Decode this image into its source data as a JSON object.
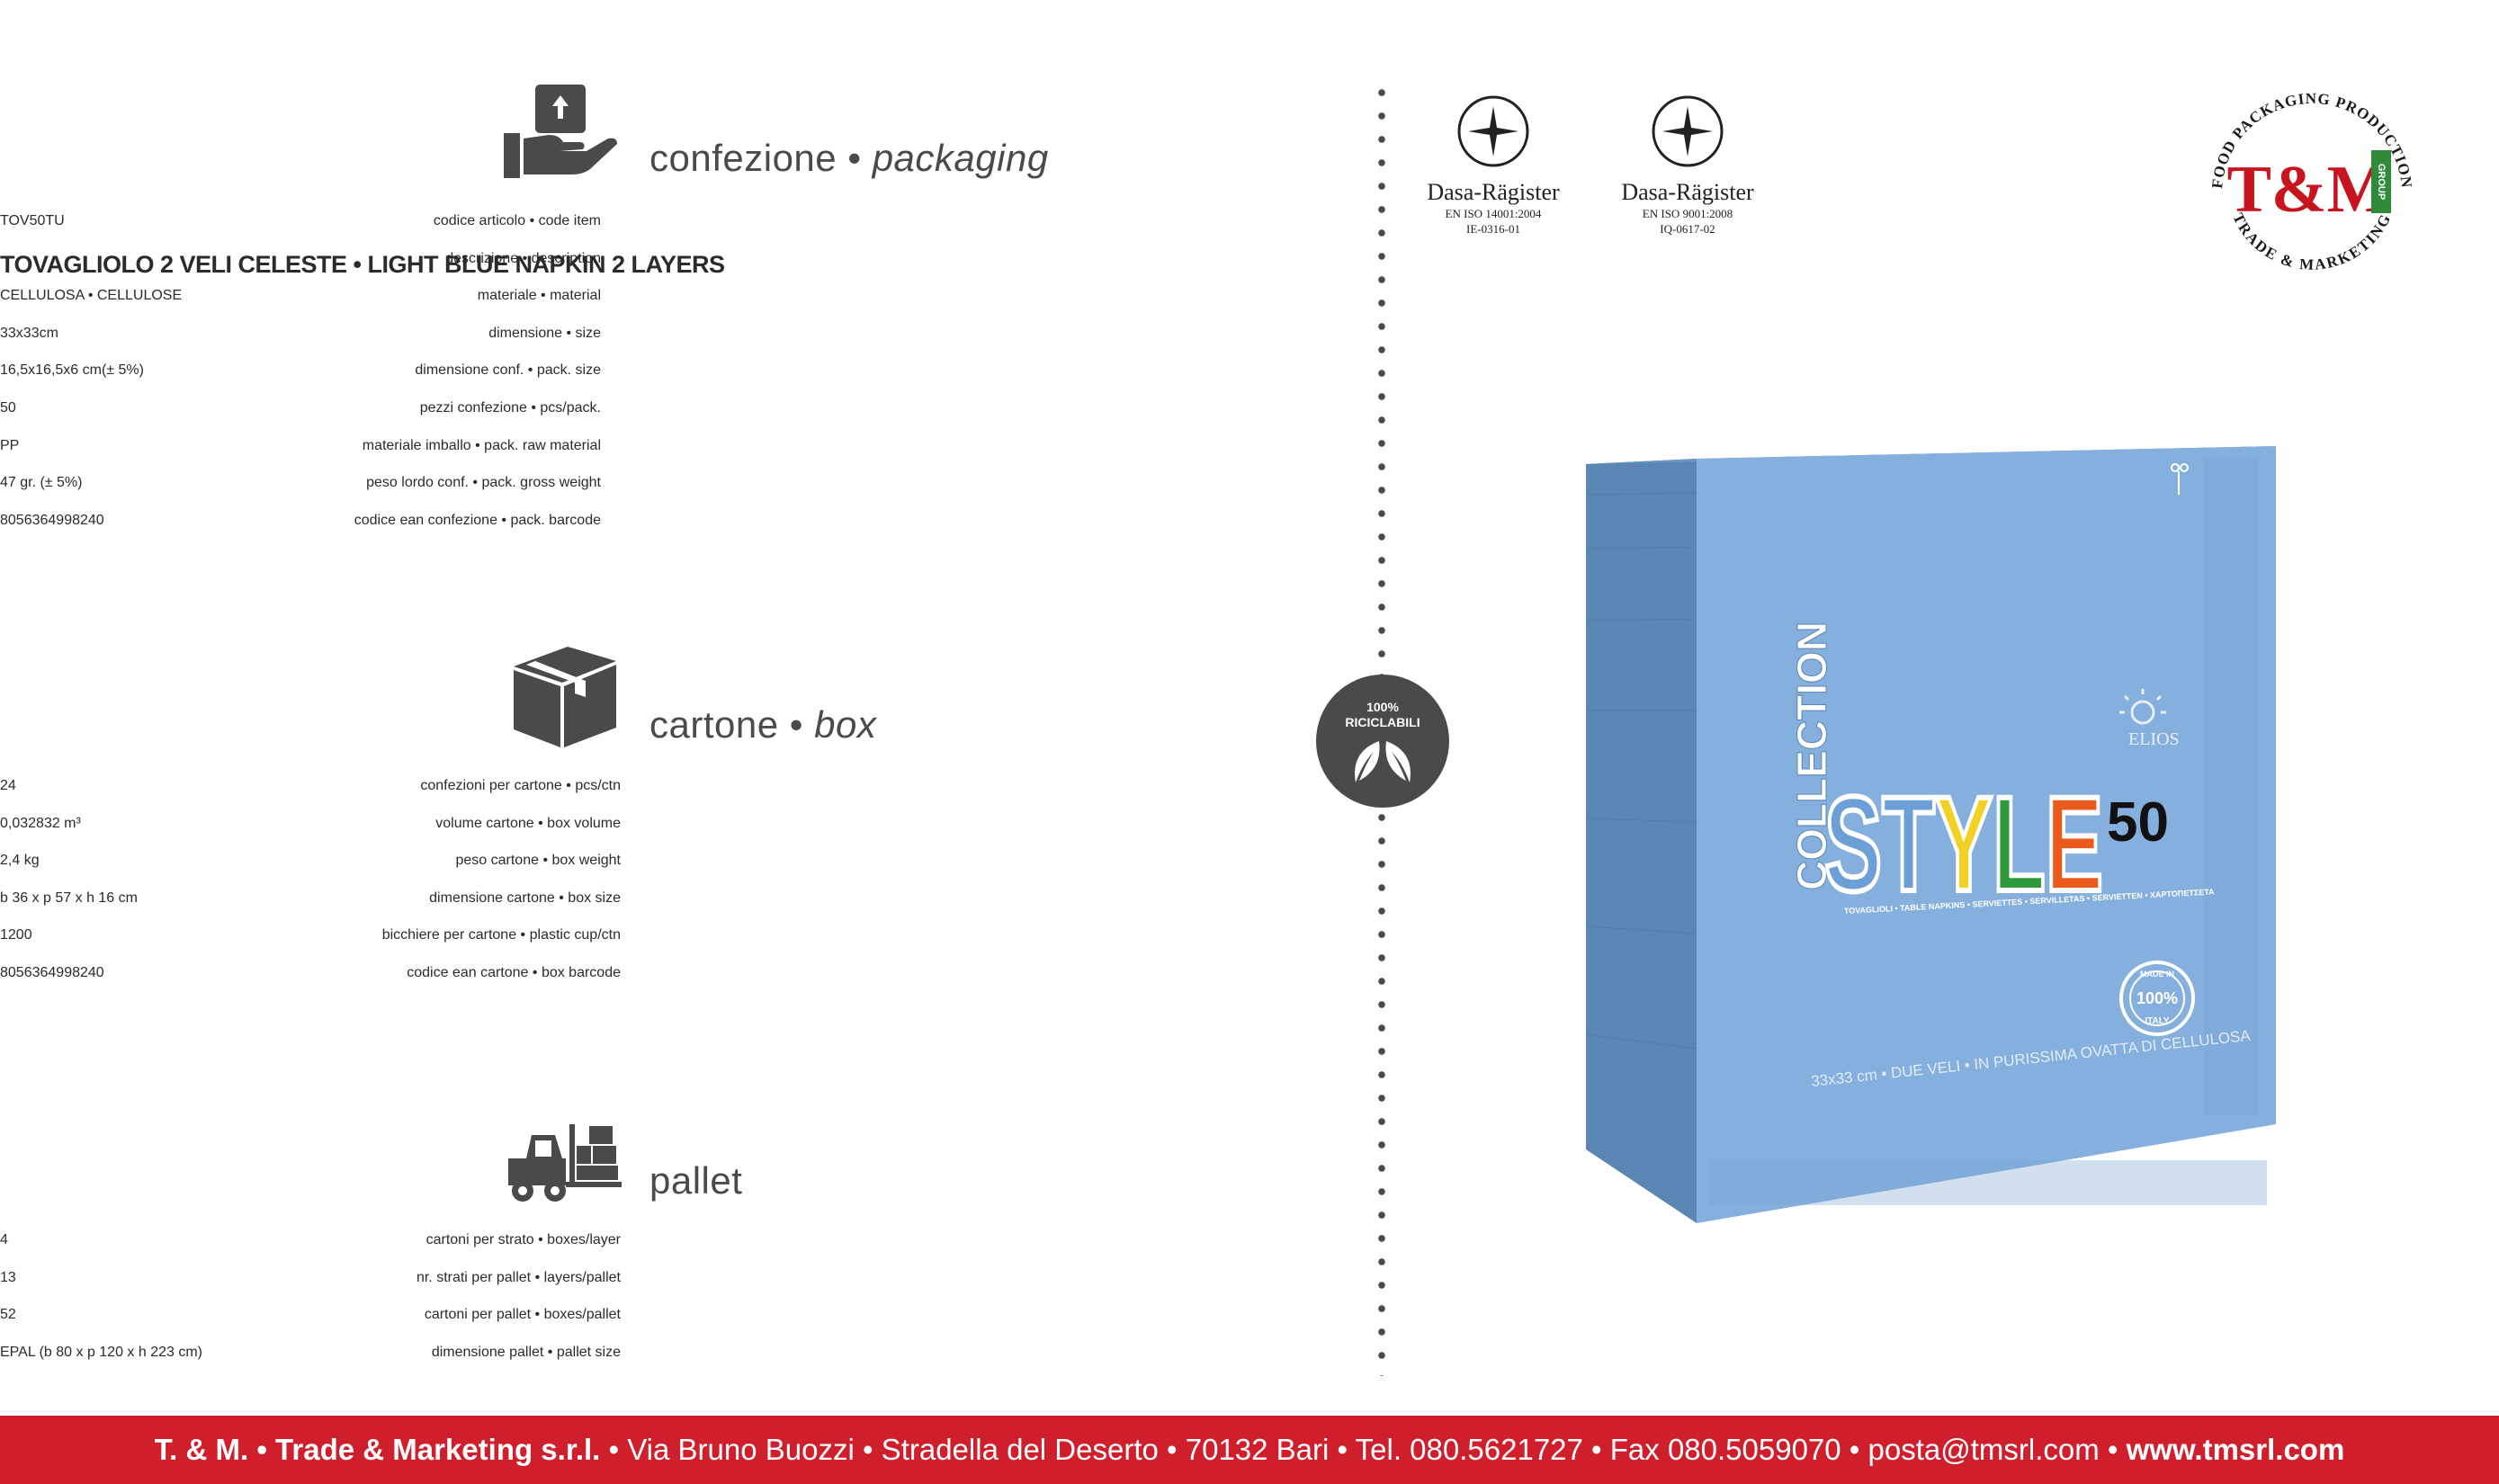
{
  "packaging": {
    "title_it": "confezione",
    "title_en": "packaging",
    "rows": [
      {
        "it": "codice articolo",
        "en": "code item",
        "value": "TOV50TU"
      },
      {
        "it": "descrizione",
        "en": "description",
        "value": "TOVAGLIOLO 2 VELI CELESTE • LIGHT BLUE NAPKIN 2 LAYERS"
      },
      {
        "it": "materiale",
        "en": "material",
        "value": "CELLULOSA • CELLULOSE"
      },
      {
        "it": "dimensione",
        "en": "size",
        "value": "33x33cm"
      },
      {
        "it": "dimensione conf.",
        "en": "pack. size",
        "value": "16,5x16,5x6 cm(± 5%)"
      },
      {
        "it": "pezzi confezione",
        "en": "pcs/pack.",
        "value": "50"
      },
      {
        "it": "materiale imballo",
        "en": "pack. raw material",
        "value": "PP"
      },
      {
        "it": "peso lordo conf.",
        "en": "pack. gross weight",
        "value": "47 gr. (± 5%)"
      },
      {
        "it": "codice ean confezione",
        "en": "pack. barcode",
        "value": "8056364998240"
      }
    ]
  },
  "box": {
    "title_it": "cartone",
    "title_en": "box",
    "rows": [
      {
        "it": "confezioni per cartone",
        "en": "pcs/ctn",
        "value": "24"
      },
      {
        "it": "volume cartone",
        "en": "box volume",
        "value": "0,032832 m³"
      },
      {
        "it": "peso cartone",
        "en": "box weight",
        "value": "2,4 kg"
      },
      {
        "it": "dimensione cartone",
        "en": "box size",
        "value": "b 36 x p 57 x h 16 cm"
      },
      {
        "it": "bicchiere per cartone",
        "en": "plastic cup/ctn",
        "value": "1200"
      },
      {
        "it": "codice ean cartone",
        "en": "box barcode",
        "value": "8056364998240"
      }
    ]
  },
  "pallet": {
    "title": "pallet",
    "rows": [
      {
        "it": "cartoni per strato",
        "en": "boxes/layer",
        "value": "4"
      },
      {
        "it": "nr. strati per pallet",
        "en": "layers/pallet",
        "value": "13"
      },
      {
        "it": "cartoni per pallet",
        "en": "boxes/pallet",
        "value": "52"
      },
      {
        "it": "dimensione pallet",
        "en": "pallet size",
        "value": "EPAL (b 80 x p 120 x h 223 cm)"
      }
    ]
  },
  "badge": {
    "line1": "100%",
    "line2": "RICICLABILI"
  },
  "certifications": [
    {
      "name": "Dasa-Rägister",
      "standard": "EN ISO 14001:2004",
      "code": "IE-0316-01"
    },
    {
      "name": "Dasa-Rägister",
      "standard": "EN ISO 9001:2008",
      "code": "IQ-0617-02"
    }
  ],
  "company_logo": {
    "arc_top": "FOOD PACKAGING PRODUCTION",
    "mark": "T&M",
    "group": "GROUP",
    "arc_bottom": "TRADE & MARKETING"
  },
  "product": {
    "collection": "COLLECTION",
    "brand": "STYLE",
    "count": "50",
    "sublabel": "ELIOS",
    "languages": "TOVAGLIOLI • TABLE NAPKINS • SERVIETTES • SERVILLETAS • SERVIETTEN • ΧΑΡΤΟΠΕΤΣΕΤΑ",
    "bottom_text": "33x33 cm • DUE VELI • IN PURISSIMA OVATTA DI CELLULOSA",
    "made_in": "MADE IN",
    "percent": "100%",
    "italy": "ITALY"
  },
  "footer": {
    "company": "T. & M. • Trade & Marketing s.r.l.",
    "address": " • Via Bruno Buozzi • Stradella del Deserto • 70132 Bari • Tel. 080.5621727 • Fax 080.5059070 • posta@tmsrl.com • ",
    "website": "www.tmsrl.com"
  },
  "colors": {
    "accent_red": "#cf1f2d",
    "icon_gray": "#4a4a48",
    "napkin_blue": "#85b0de",
    "napkin_side": "#5b86b3"
  }
}
